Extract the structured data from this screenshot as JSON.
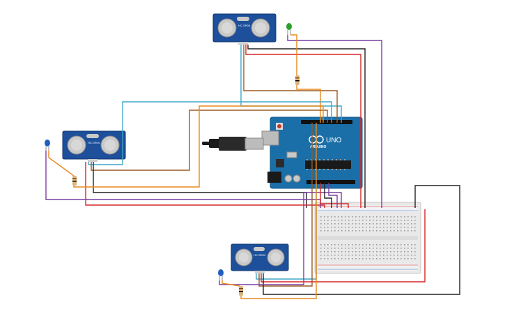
{
  "sensors": [
    {
      "label": "HC-SR04"
    },
    {
      "label": "HC-SR04"
    },
    {
      "label": "HC-SR04"
    }
  ],
  "arduino": {
    "brand": "ARDUINO",
    "model": "UNO",
    "color": "#1b6fa8"
  },
  "leds": [
    {
      "color": "#2ca02c"
    },
    {
      "color": "#1f5fbf"
    },
    {
      "color": "#1f5fbf"
    }
  ],
  "wire_colors": {
    "red": "#d62728",
    "black": "#222222",
    "purple": "#7b3fa0",
    "orange": "#e8891d",
    "brown": "#9a5a22",
    "teal": "#3fa7c9"
  }
}
